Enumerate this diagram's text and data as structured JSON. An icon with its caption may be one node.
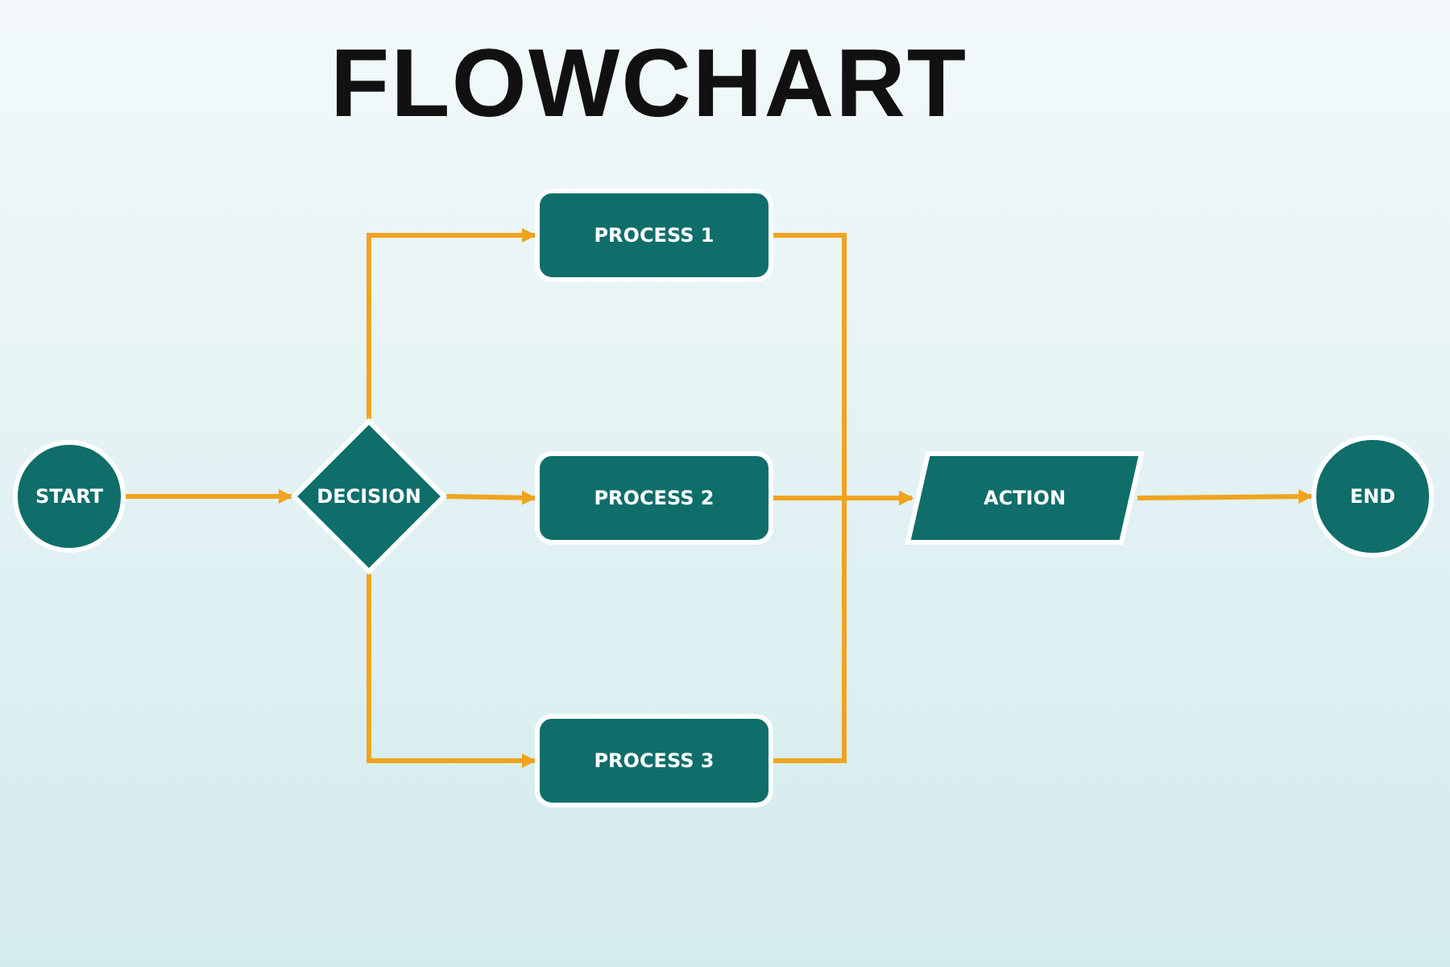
{
  "diagram": {
    "title": "FLOWCHART",
    "nodes": [
      {
        "text": [
          "START"
        ]
      },
      {
        "text": [
          "DECISION"
        ]
      },
      {
        "text": [
          "PROCESS 1"
        ]
      },
      {
        "text": [
          "PROCESS 2"
        ]
      },
      {
        "text": [
          "PROCESS 3"
        ]
      },
      {
        "text": [
          "ACTION"
        ]
      },
      {
        "text": [
          "END"
        ]
      }
    ],
    "edges": [
      {
        "from": 0,
        "to": 1,
        "arrow": "to"
      },
      {
        "from": 1,
        "to": 2,
        "arrow": "to"
      },
      {
        "from": 1,
        "to": 3,
        "arrow": "to"
      },
      {
        "from": 1,
        "to": 4,
        "arrow": "to"
      },
      {
        "from": 2,
        "to": 5,
        "arrow": "to"
      },
      {
        "from": 3,
        "to": 5,
        "arrow": "to"
      },
      {
        "from": 4,
        "to": 5,
        "arrow": "to"
      },
      {
        "from": 5,
        "to": 6,
        "arrow": "to"
      }
    ]
  }
}
